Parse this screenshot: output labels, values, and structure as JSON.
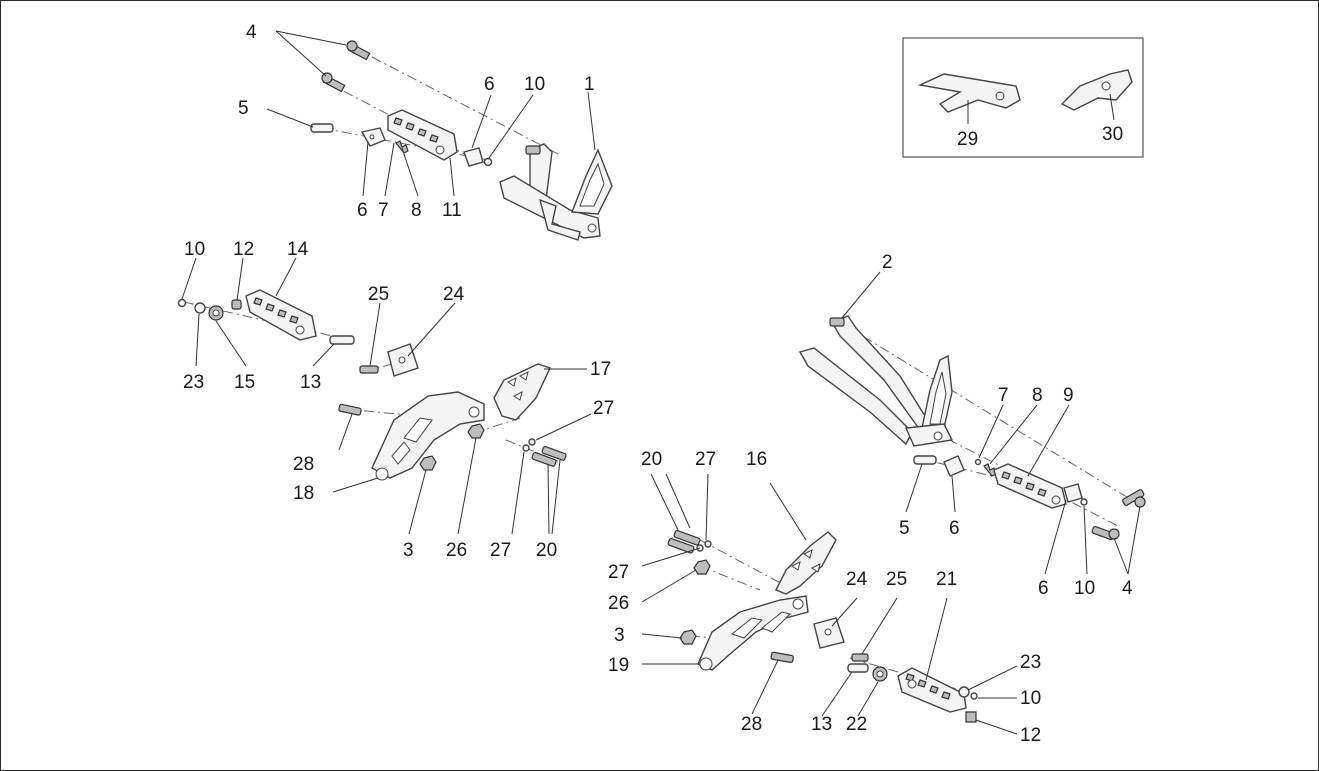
{
  "diagram": {
    "callouts": {
      "top_left": {
        "c4": "4",
        "c5": "5",
        "c6a": "6",
        "c10": "10",
        "c1": "1",
        "c6b": "6",
        "c7": "7",
        "c8": "8",
        "c11": "11"
      },
      "middle_left": {
        "c10": "10",
        "c12": "12",
        "c14": "14",
        "c23": "23",
        "c15": "15",
        "c13": "13",
        "c25": "25",
        "c24": "24",
        "c17": "17",
        "c27a": "27",
        "c28": "28",
        "c18": "18",
        "c3": "3",
        "c26": "26",
        "c27b": "27",
        "c20": "20"
      },
      "inset": {
        "c29": "29",
        "c30": "30"
      },
      "right": {
        "c2": "2",
        "c7": "7",
        "c8": "8",
        "c9": "9",
        "c5": "5",
        "c6a": "6",
        "c6b": "6",
        "c10": "10",
        "c4": "4"
      },
      "bottom_middle": {
        "c20": "20",
        "c27a": "27",
        "c16": "16",
        "c27b": "27",
        "c26": "26",
        "c3": "3",
        "c19": "19",
        "c24": "24",
        "c25": "25",
        "c21": "21",
        "c23": "23",
        "c10": "10",
        "c28": "28",
        "c13": "13",
        "c22": "22",
        "c12": "12"
      }
    }
  }
}
